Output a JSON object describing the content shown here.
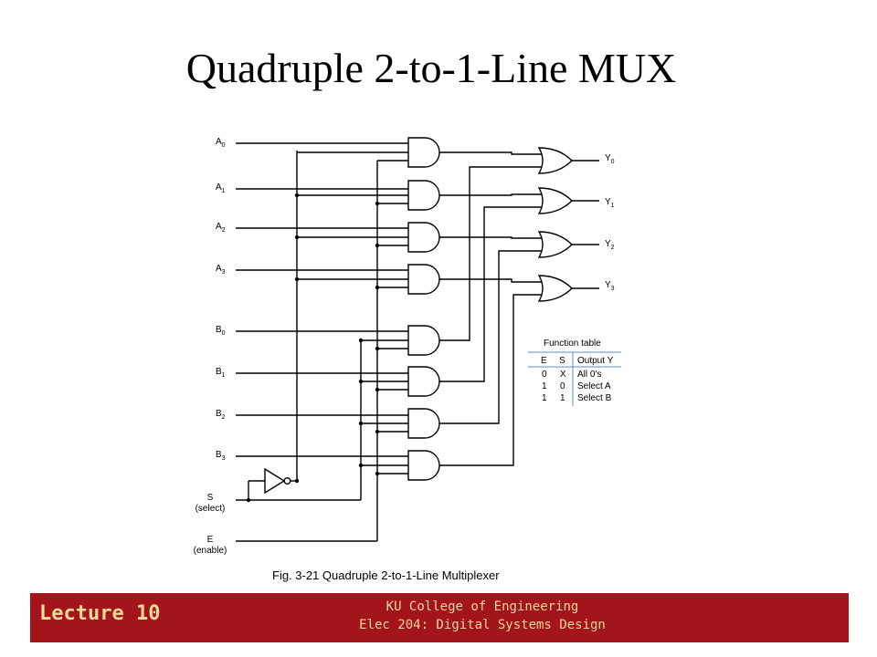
{
  "slide": {
    "title": "Quadruple 2-to-1-Line MUX"
  },
  "diagram": {
    "inputs_a": [
      {
        "base": "A",
        "sub": "0"
      },
      {
        "base": "A",
        "sub": "1"
      },
      {
        "base": "A",
        "sub": "2"
      },
      {
        "base": "A",
        "sub": "3"
      }
    ],
    "inputs_b": [
      {
        "base": "B",
        "sub": "0"
      },
      {
        "base": "B",
        "sub": "1"
      },
      {
        "base": "B",
        "sub": "2"
      },
      {
        "base": "B",
        "sub": "3"
      }
    ],
    "outputs": [
      {
        "base": "Y",
        "sub": "0"
      },
      {
        "base": "Y",
        "sub": "1"
      },
      {
        "base": "Y",
        "sub": "2"
      },
      {
        "base": "Y",
        "sub": "3"
      }
    ],
    "select_label": "S",
    "select_note": "(select)",
    "enable_label": "E",
    "enable_note": "(enable)",
    "caption": "Fig. 3-21   Quadruple 2-to-1-Line Multiplexer"
  },
  "function_table": {
    "title": "Function table",
    "headers": [
      "E",
      "S",
      "Output Y"
    ],
    "rows": [
      [
        "0",
        "X",
        "All 0's"
      ],
      [
        "1",
        "0",
        "Select A"
      ],
      [
        "1",
        "1",
        "Select B"
      ]
    ]
  },
  "footer": {
    "lecture": "Lecture 10",
    "org_line1": "KU College of Engineering",
    "org_line2": "Elec 204: Digital Systems Design"
  }
}
